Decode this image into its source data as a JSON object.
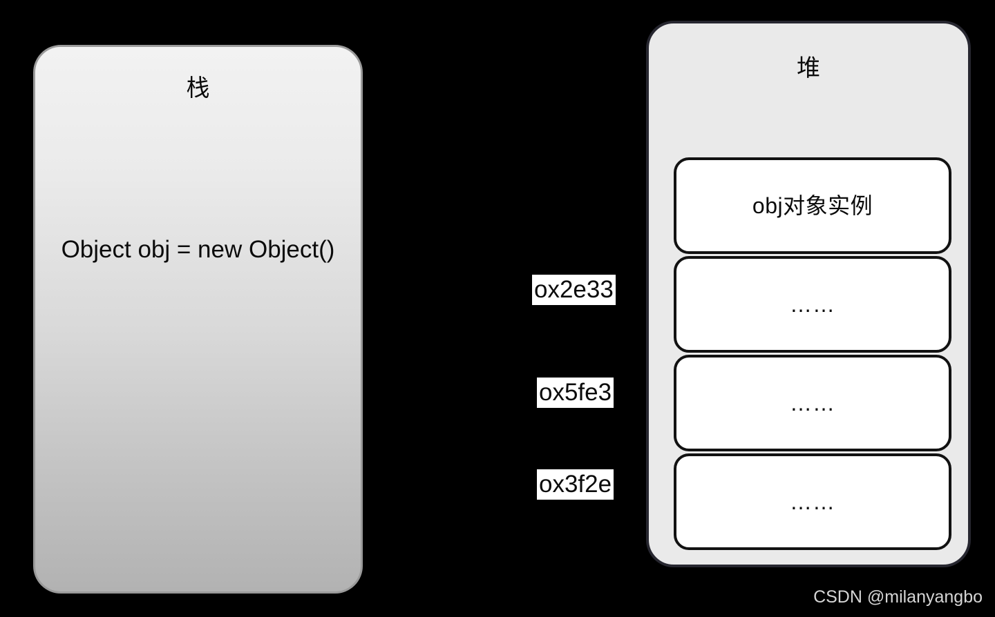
{
  "diagram": {
    "background_color": "#000000",
    "stack": {
      "title": "栈",
      "code_line": "Object obj = new Object()",
      "border_color": "#9a9a9a",
      "fill_top_color": "#f2f2f2",
      "fill_bottom_color": "#b2b2b2"
    },
    "heap": {
      "title": "堆",
      "border_color": "#272730",
      "fill_color": "#eaeaea",
      "slots": [
        {
          "label": "obj对象实例",
          "kind": "object-instance"
        },
        {
          "label": "……",
          "kind": "ellipsis"
        },
        {
          "label": "……",
          "kind": "ellipsis"
        },
        {
          "label": "……",
          "kind": "ellipsis"
        }
      ]
    },
    "address_labels": [
      {
        "text": "ox2e33"
      },
      {
        "text": "ox5fe3"
      },
      {
        "text": "ox3f2e"
      }
    ],
    "watermark": "CSDN @milanyangbo"
  }
}
